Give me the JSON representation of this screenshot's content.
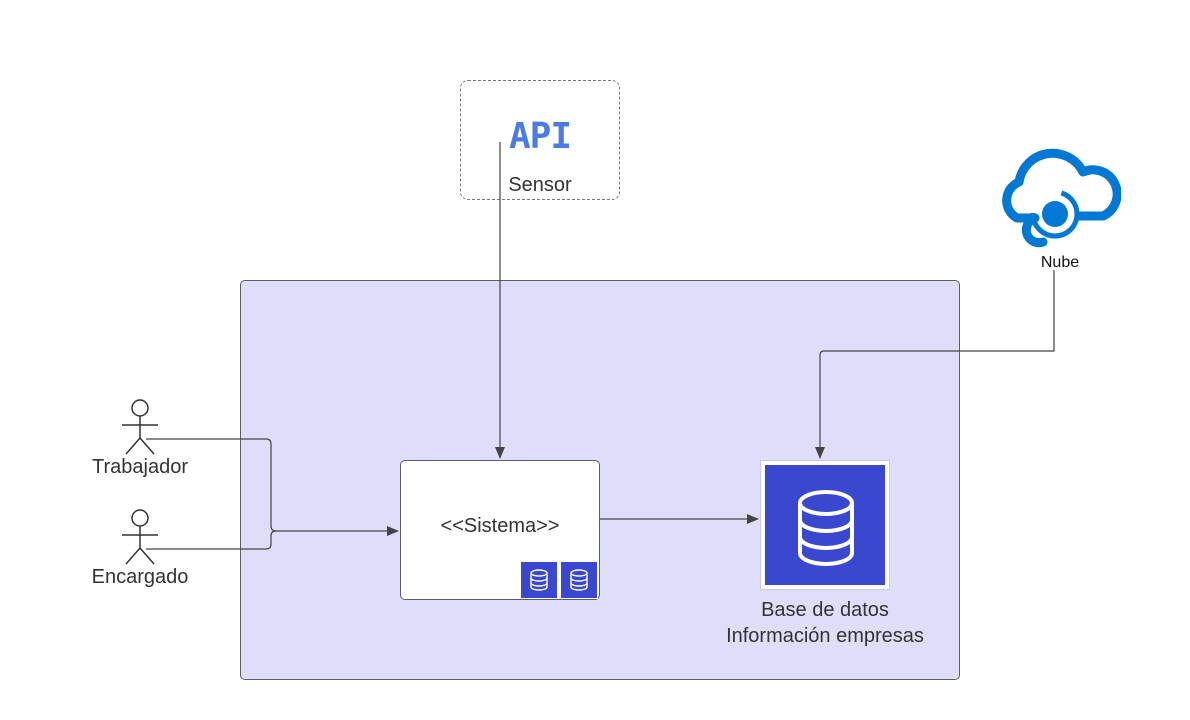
{
  "sensor": {
    "icon": "api-icon",
    "icon_text": "API",
    "label": "Sensor"
  },
  "cloud": {
    "icon": "cloud-icon",
    "label": "Nube",
    "color": "#0078d4"
  },
  "actors": [
    {
      "label": "Trabajador"
    },
    {
      "label": "Encargado"
    }
  ],
  "system": {
    "label": "<<Sistema>>",
    "icons": [
      "database-icon",
      "database-icon"
    ]
  },
  "database": {
    "icon": "database-icon",
    "label_line1": "Base de datos",
    "label_line2": "Información empresas"
  },
  "colors": {
    "boundary_fill": "#dedefa",
    "db_blue": "#3a48cf",
    "api_blue": "#4b7be5",
    "line": "#444444"
  }
}
